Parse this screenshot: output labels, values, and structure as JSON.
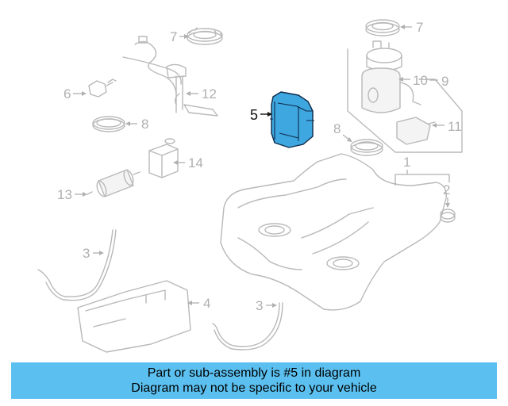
{
  "diagram": {
    "callouts": {
      "c5": "5",
      "c7a": "7",
      "c7b": "7",
      "c6": "6",
      "c12": "12",
      "c8a": "8",
      "c8b": "8",
      "c10": "10",
      "c9": "9",
      "c11": "11",
      "c14": "14",
      "c13": "13",
      "c1": "1",
      "c2": "2",
      "c3a": "3",
      "c3b": "3",
      "c4": "4"
    },
    "highlighted_part": "5",
    "highlight_color": "#3fa7e0"
  },
  "banner": {
    "line1": "Part or sub-assembly is #5 in diagram",
    "line2": "Diagram may not be specific to your vehicle",
    "color": "#5bc0f0"
  }
}
